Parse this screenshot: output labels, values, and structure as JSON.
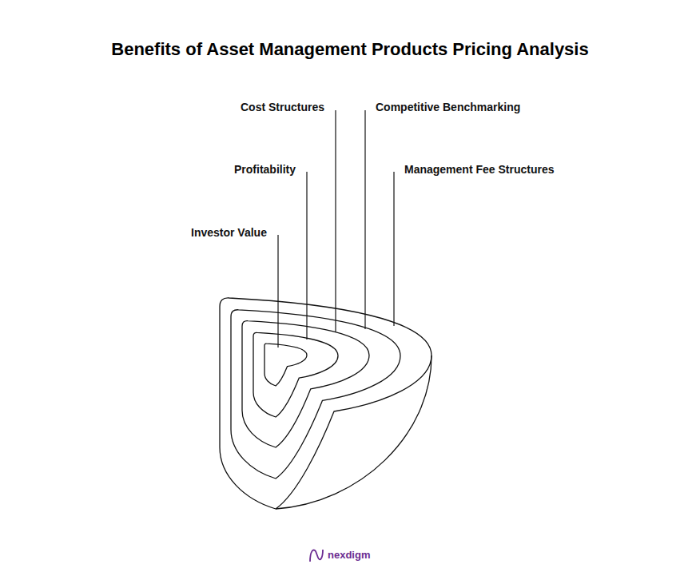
{
  "diagram": {
    "title": "Benefits of Asset Management Products Pricing Analysis",
    "nodes": [
      {
        "text": [
          "Management Fee Structures"
        ]
      },
      {
        "text": [
          "Competitive Benchmarking"
        ],
        "in": 0
      },
      {
        "text": [
          "Cost Structures"
        ],
        "in": 1
      },
      {
        "text": [
          "Profitability"
        ],
        "in": 2
      },
      {
        "text": [
          "Investor Value"
        ],
        "in": 3
      }
    ],
    "labels": [
      "nexdigm"
    ]
  }
}
